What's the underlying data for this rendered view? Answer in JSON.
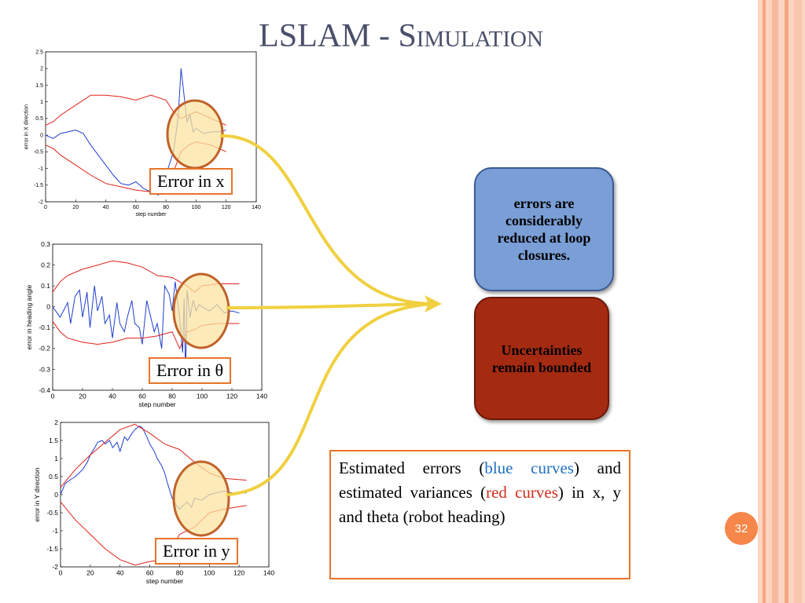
{
  "slide": {
    "title_main": "LSLAM - ",
    "title_sc": "Simulation",
    "page_number": "32"
  },
  "labels": {
    "error_x": "Error in x",
    "error_theta": "Error in θ",
    "error_y": "Error in y"
  },
  "cards": {
    "blue": "errors are considerably reduced at loop closures.",
    "red": "Uncertainties remain bounded"
  },
  "note": {
    "part1": "Estimated errors (",
    "blue_text": "blue curves",
    "part2": ") and estimated variances (",
    "red_text": "red curves",
    "part3": ") in x, y and theta (robot heading)"
  },
  "colors": {
    "accent_orange": "#e8742a",
    "estimate_blue": "#1f3fd0",
    "variance_red": "#e0201a",
    "highlight_fill": "#fbe3a0",
    "arrow_yellow": "#f0d040"
  },
  "chart_data": [
    {
      "type": "line",
      "xlabel": "step number",
      "ylabel": "error in X direction",
      "xlim": [
        0,
        140
      ],
      "ylim": [
        -2,
        2.5
      ],
      "xticks": [
        0,
        20,
        40,
        60,
        80,
        100,
        120,
        140
      ],
      "yticks": [
        -2,
        -1.5,
        -1,
        -0.5,
        0,
        0.5,
        1,
        1.5,
        2,
        2.5
      ],
      "series": [
        {
          "color": "blue",
          "x": [
            0,
            5,
            10,
            15,
            20,
            25,
            30,
            35,
            40,
            45,
            50,
            55,
            60,
            65,
            70,
            75,
            80,
            85,
            88,
            90,
            92,
            94,
            96,
            98,
            100,
            105,
            110,
            115,
            120
          ],
          "y": [
            0,
            -0.1,
            0.05,
            0.1,
            0.15,
            0.05,
            -0.3,
            -0.6,
            -0.9,
            -1.2,
            -1.45,
            -1.5,
            -1.4,
            -1.6,
            -1.7,
            -1.8,
            -1.2,
            -0.5,
            0.5,
            2.0,
            1.2,
            0.4,
            0.6,
            0.1,
            0.2,
            0.05,
            0.1,
            0.1,
            0.15
          ]
        },
        {
          "color": "red",
          "x": [
            0,
            5,
            10,
            20,
            30,
            40,
            50,
            60,
            70,
            80,
            85,
            90,
            95,
            100,
            110,
            120
          ],
          "y": [
            0.3,
            0.4,
            0.6,
            0.9,
            1.2,
            1.2,
            1.15,
            1.05,
            1.2,
            1.05,
            0.7,
            0.5,
            0.6,
            0.7,
            0.5,
            0.3
          ]
        },
        {
          "color": "red",
          "x": [
            0,
            5,
            10,
            20,
            30,
            40,
            50,
            60,
            70,
            80,
            85,
            90,
            95,
            100,
            110,
            120
          ],
          "y": [
            -0.3,
            -0.4,
            -0.6,
            -0.9,
            -1.2,
            -1.45,
            -1.55,
            -1.65,
            -1.7,
            -1.75,
            -1.1,
            -0.5,
            -0.3,
            -0.2,
            -0.3,
            -0.5
          ]
        }
      ]
    },
    {
      "type": "line",
      "xlabel": "step number",
      "ylabel": "error in heading angle",
      "xlim": [
        0,
        140
      ],
      "ylim": [
        -0.4,
        0.3
      ],
      "xticks": [
        0,
        20,
        40,
        60,
        80,
        100,
        120,
        140
      ],
      "yticks": [
        -0.4,
        -0.3,
        -0.2,
        -0.1,
        0,
        0.1,
        0.2,
        0.3
      ],
      "series": [
        {
          "color": "blue",
          "x": [
            0,
            5,
            10,
            12,
            15,
            18,
            20,
            23,
            25,
            28,
            30,
            33,
            35,
            38,
            40,
            43,
            45,
            48,
            50,
            53,
            55,
            58,
            60,
            63,
            65,
            68,
            70,
            73,
            75,
            78,
            80,
            82,
            85,
            87,
            88,
            89,
            90,
            92,
            94,
            96,
            98,
            100,
            105,
            110,
            115,
            120,
            125
          ],
          "y": [
            0,
            -0.05,
            0.02,
            -0.08,
            0.05,
            0.08,
            -0.05,
            0.07,
            -0.1,
            0.1,
            -0.02,
            0.05,
            -0.08,
            -0.04,
            -0.15,
            0.02,
            -0.08,
            -0.12,
            -0.05,
            0.03,
            -0.08,
            -0.1,
            -0.18,
            0.03,
            -0.03,
            -0.12,
            -0.08,
            -0.2,
            0.1,
            0.06,
            -0.02,
            0.12,
            -0.05,
            -0.22,
            0.04,
            -0.35,
            0.08,
            -0.05,
            0.03,
            -0.02,
            0.01,
            0,
            -0.02,
            0.01,
            -0.03,
            -0.02,
            -0.03
          ]
        },
        {
          "color": "red",
          "x": [
            0,
            5,
            10,
            20,
            30,
            40,
            50,
            60,
            70,
            80,
            85,
            90,
            95,
            100,
            110,
            125
          ],
          "y": [
            0.07,
            0.12,
            0.15,
            0.18,
            0.2,
            0.22,
            0.21,
            0.19,
            0.15,
            0.14,
            0.12,
            0.1,
            0.07,
            0.1,
            0.11,
            0.11
          ]
        },
        {
          "color": "red",
          "x": [
            0,
            5,
            10,
            20,
            30,
            40,
            50,
            60,
            70,
            80,
            85,
            90,
            95,
            100,
            110,
            125
          ],
          "y": [
            -0.07,
            -0.12,
            -0.15,
            -0.17,
            -0.18,
            -0.17,
            -0.15,
            -0.15,
            -0.14,
            -0.12,
            -0.2,
            -0.12,
            -0.11,
            -0.09,
            -0.08,
            -0.08
          ]
        }
      ]
    },
    {
      "type": "line",
      "xlabel": "step number",
      "ylabel": "error in Y direction",
      "xlim": [
        0,
        140
      ],
      "ylim": [
        -2,
        2
      ],
      "xticks": [
        0,
        20,
        40,
        60,
        80,
        100,
        120,
        140
      ],
      "yticks": [
        -2,
        -1.5,
        -1,
        -0.5,
        0,
        0.5,
        1,
        1.5,
        2
      ],
      "series": [
        {
          "color": "blue",
          "x": [
            0,
            3,
            6,
            10,
            15,
            18,
            20,
            23,
            25,
            28,
            30,
            33,
            35,
            38,
            40,
            43,
            45,
            48,
            50,
            53,
            55,
            58,
            60,
            63,
            65,
            68,
            70,
            72,
            75,
            78,
            80,
            85,
            88,
            90,
            95,
            100,
            105,
            110,
            115,
            120,
            125
          ],
          "y": [
            0,
            0.3,
            0.4,
            0.5,
            0.7,
            0.9,
            1.1,
            1.3,
            1.45,
            1.5,
            1.4,
            1.5,
            1.3,
            1.45,
            1.2,
            1.6,
            1.5,
            1.7,
            1.8,
            1.9,
            1.85,
            1.6,
            1.4,
            1.2,
            1.0,
            0.8,
            0.6,
            0.3,
            -0.1,
            -0.3,
            -0.4,
            -0.2,
            -0.35,
            -0.1,
            -0.15,
            0,
            0.05,
            0.1,
            0.05,
            0.05,
            0.05
          ]
        },
        {
          "color": "red",
          "x": [
            0,
            10,
            20,
            30,
            40,
            50,
            60,
            70,
            80,
            90,
            100,
            110,
            125
          ],
          "y": [
            0.2,
            0.7,
            1.1,
            1.45,
            1.8,
            1.95,
            1.7,
            1.4,
            1.25,
            0.9,
            0.6,
            0.45,
            0.4
          ]
        },
        {
          "color": "red",
          "x": [
            0,
            10,
            20,
            30,
            40,
            50,
            60,
            70,
            80,
            90,
            100,
            110,
            125
          ],
          "y": [
            -0.2,
            -0.7,
            -1.1,
            -1.5,
            -1.8,
            -1.95,
            -1.85,
            -1.8,
            -1.1,
            -0.9,
            -0.5,
            -0.4,
            -0.3
          ]
        }
      ]
    }
  ]
}
